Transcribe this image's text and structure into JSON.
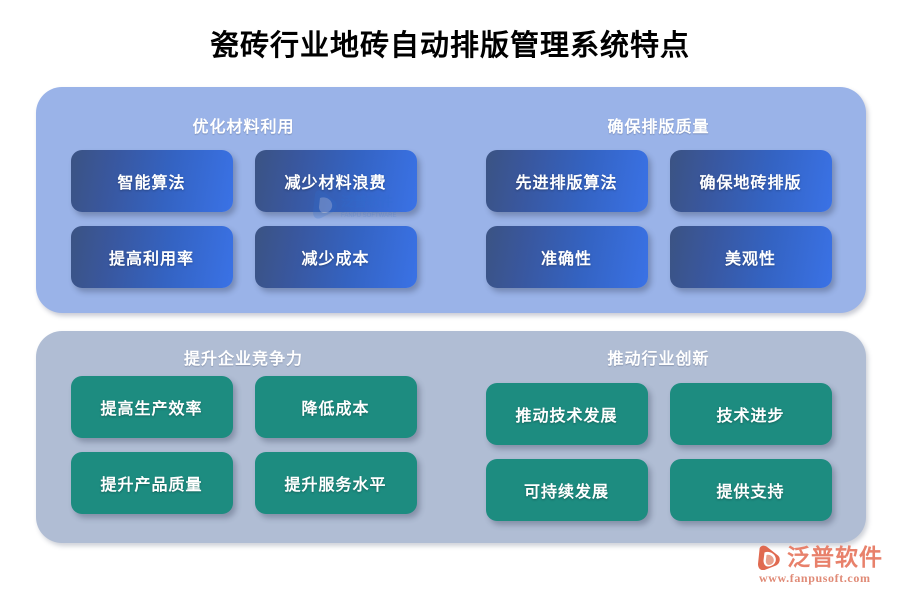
{
  "page": {
    "title": "瓷砖行业地砖自动排版管理系统特点",
    "background_color": "#ffffff",
    "title_color": "#000000"
  },
  "panels": [
    {
      "id": "panel-top",
      "background_color": "#9ab3e8",
      "card_style": "blue-gradient",
      "card_color_from": "#3b5383",
      "card_color_to": "#3a72e6",
      "groups": [
        {
          "id": "group-optimize-material",
          "title": "优化材料利用",
          "cards": [
            {
              "label": "智能算法"
            },
            {
              "label": "减少材料浪费"
            },
            {
              "label": "提高利用率"
            },
            {
              "label": "减少成本"
            }
          ]
        },
        {
          "id": "group-ensure-quality",
          "title": "确保排版质量",
          "cards": [
            {
              "label": "先进排版算法"
            },
            {
              "label": "确保地砖排版"
            },
            {
              "label": "准确性"
            },
            {
              "label": "美观性"
            }
          ]
        }
      ]
    },
    {
      "id": "panel-bottom",
      "background_color": "#b0bdd4",
      "card_style": "green-solid",
      "card_color": "#1d8c80",
      "groups": [
        {
          "id": "group-boost-competitiveness",
          "title": "提升企业竞争力",
          "cards": [
            {
              "label": "提高生产效率"
            },
            {
              "label": "降低成本"
            },
            {
              "label": "提升产品质量"
            },
            {
              "label": "提升服务水平"
            }
          ]
        },
        {
          "id": "group-drive-innovation",
          "title": "推动行业创新",
          "cards": [
            {
              "label": "推动技术发展"
            },
            {
              "label": "技术进步"
            },
            {
              "label": "可持续发展"
            },
            {
              "label": "提供支持"
            }
          ]
        }
      ]
    }
  ],
  "brand": {
    "mark_icon": "fanpu-swoosh-logo-icon",
    "name": "泛普软件",
    "url": "www.fanpusoft.com",
    "color": "#e8816b"
  }
}
